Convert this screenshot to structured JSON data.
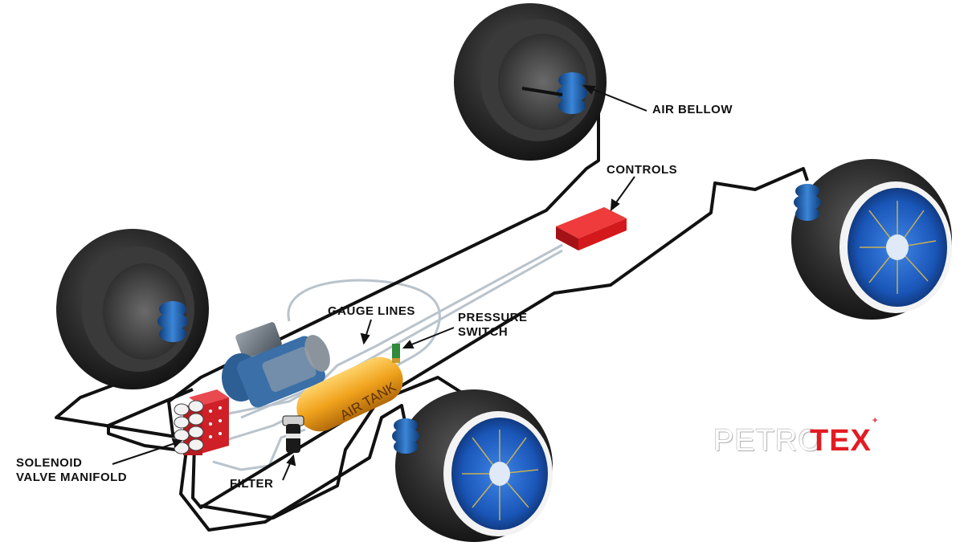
{
  "labels": {
    "air_bellow": "AIR BELLOW",
    "controls": "CONTROLS",
    "gauge_lines": "GAUGE LINES",
    "pressure_switch_line1": "PRESSURE",
    "pressure_switch_line2": "SWITCH",
    "solenoid_line1": "SOLENOID",
    "solenoid_line2": "VALVE MANIFOLD",
    "filter": "FILTER",
    "air_tank": "AIR TANK"
  },
  "logo": {
    "part1": "PETRO",
    "part2": "TEX",
    "mark": "+"
  },
  "colors": {
    "tire": "#2b2b2b",
    "hubcap": "#1f5fc4",
    "spokes": "#d9b84a",
    "bellow": "#1f5aa8",
    "air_line": "#111111",
    "gauge_line": "#b9c3cc",
    "controls_box": "#d4191d",
    "tank": "#f0a21c",
    "manifold": "#cf2027",
    "compressor": "#3a6fa8",
    "logo_red": "#e31b23"
  }
}
